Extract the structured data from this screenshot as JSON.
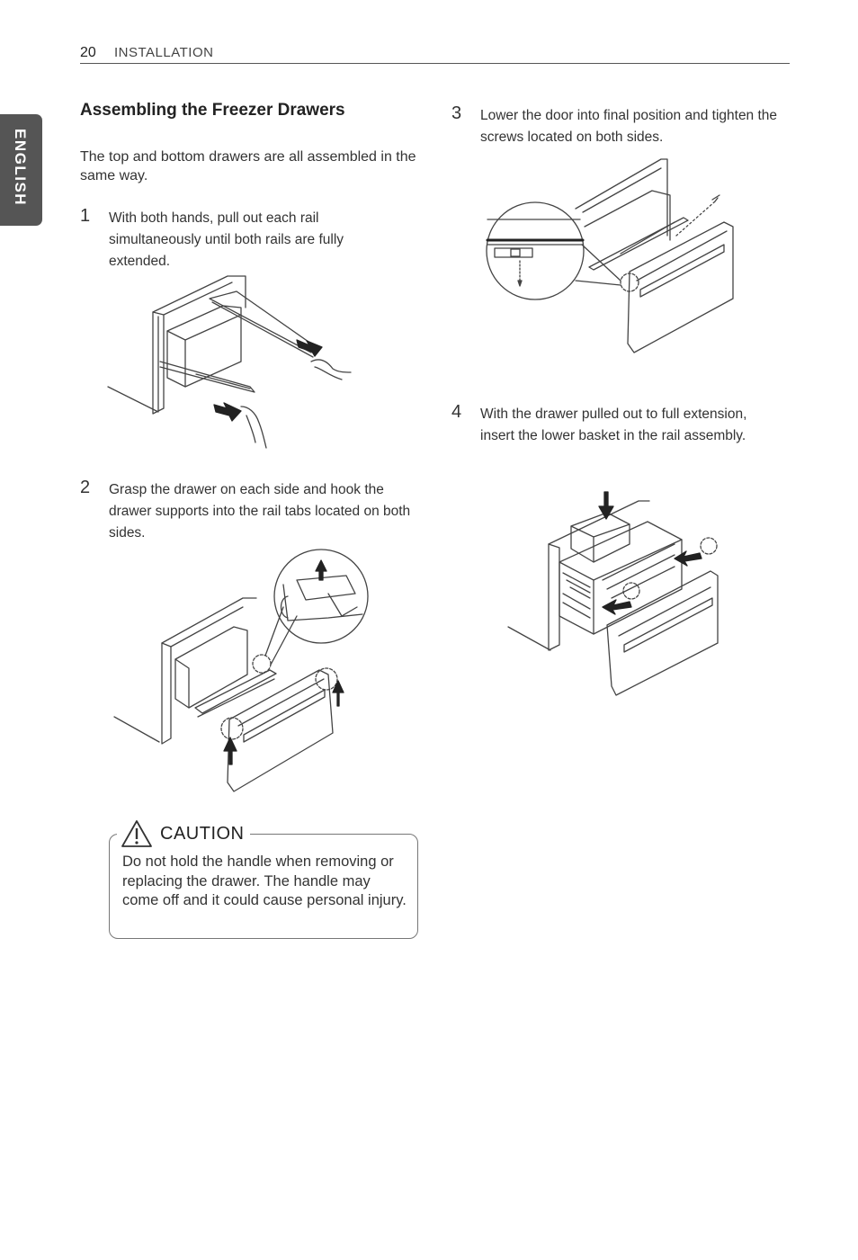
{
  "header": {
    "page_number": "20",
    "section": "INSTALLATION"
  },
  "language_tab": "ENGLISH",
  "title": "Assembling the Freezer Drawers",
  "intro": "The top and bottom drawers are all assembled in the same way.",
  "steps": [
    {
      "number": "1",
      "text": "With both hands, pull out each rail simultaneously until both rails are fully extended."
    },
    {
      "number": "2",
      "text": "Grasp the drawer on each side and hook the drawer supports into the rail tabs located on both sides."
    },
    {
      "number": "3",
      "text": "Lower the door into final position and tighten the screws located on both sides."
    },
    {
      "number": "4",
      "text": "With the drawer pulled out to full extension, insert the lower basket in the rail assembly."
    }
  ],
  "caution": {
    "title": "CAUTION",
    "text": "Do not hold the handle when removing or replacing the drawer. The handle may come off and it could cause personal injury."
  },
  "colors": {
    "tab_background": "#555555",
    "text": "#333333",
    "line": "#444444"
  }
}
